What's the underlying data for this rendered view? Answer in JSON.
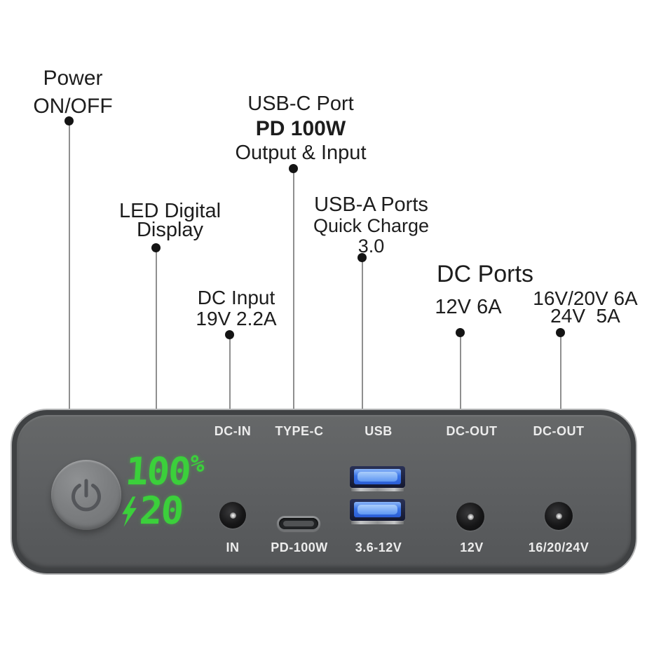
{
  "colors": {
    "background": "#ffffff",
    "device_frame": "#3f4143",
    "device_body": "#5d5f61",
    "display_green": "#3bd03b",
    "usb_port_blue": "#3a74e8",
    "annotation_text": "#1d1d1d",
    "port_label_text": "#ececec"
  },
  "annotations": {
    "power": {
      "line1": "Power",
      "line2": "ON/OFF"
    },
    "usb_c": {
      "line1": "USB-C Port",
      "line2": "PD 100W",
      "line3": "Output & Input"
    },
    "led_display": {
      "line1": "LED Digital",
      "line2": "Display"
    },
    "usb_a": {
      "line1": "USB-A Ports",
      "line2": "Quick Charge",
      "line3": "3.0"
    },
    "dc_input": {
      "line1": "DC Input",
      "line2": "19V 2.2A"
    },
    "dc_ports": {
      "title": "DC Ports",
      "port_12v": "12V 6A",
      "port_hv_line1": "16V/20V 6A",
      "port_hv_line2": "24V  5A"
    }
  },
  "device": {
    "top_labels": [
      "DC-IN",
      "TYPE-C",
      "USB",
      "DC-OUT",
      "DC-OUT"
    ],
    "bottom_labels": [
      "IN",
      "PD-100W",
      "3.6-12V",
      "12V",
      "16/20/24V"
    ],
    "display": {
      "percent_value": "100",
      "percent_sign": "%",
      "watt_value": "20",
      "bolt_icon": "lightning-bolt"
    },
    "power_icon": "power-symbol"
  }
}
